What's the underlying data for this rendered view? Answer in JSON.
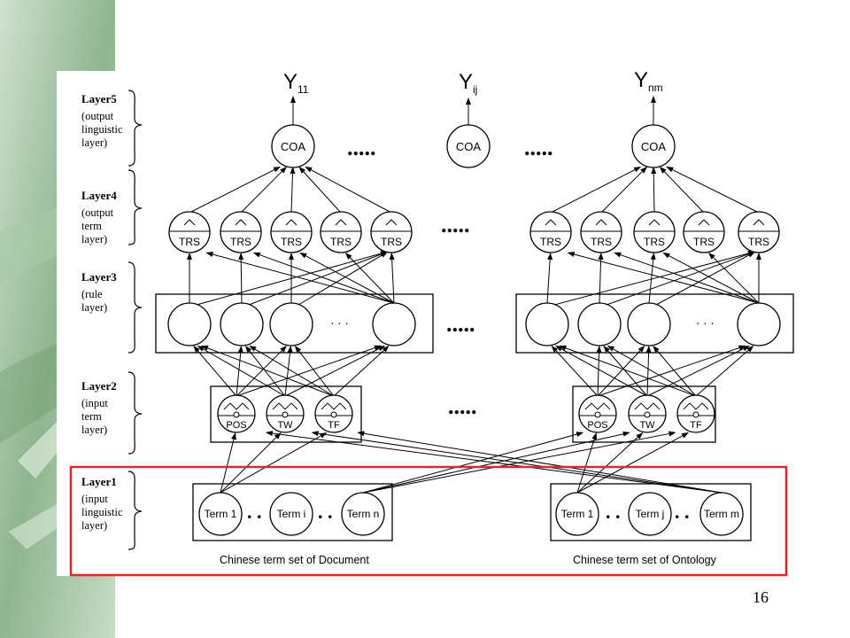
{
  "outputs": {
    "y11": "Y",
    "y11_sub": "11",
    "yij": "Y",
    "yij_sub": "ij",
    "ynm": "Y",
    "ynm_sub": "nm"
  },
  "node_labels": {
    "coa": "COA",
    "trs": "TRS",
    "pos": "POS",
    "tw": "TW",
    "tf": "TF"
  },
  "ellipses": {
    "long": ".....",
    "short": "· · ·",
    "dots2": ". ."
  },
  "layers": [
    {
      "title": "Layer5",
      "desc": [
        "(output",
        "linguistic",
        "layer)"
      ]
    },
    {
      "title": "Layer4",
      "desc": [
        "(output",
        "term",
        "layer)"
      ]
    },
    {
      "title": "Layer3",
      "desc": [
        "(rule",
        "layer)"
      ]
    },
    {
      "title": "Layer2",
      "desc": [
        "(input",
        "term",
        "layer)"
      ]
    },
    {
      "title": "Layer1",
      "desc": [
        "(input",
        "linguistic",
        "layer)"
      ]
    }
  ],
  "doc_terms": [
    "Term 1",
    "Term i",
    "Term n"
  ],
  "onto_terms": [
    "Term 1",
    "Term j",
    "Term m"
  ],
  "captions": {
    "document": "Chinese term set of Document",
    "ontology": "Chinese term set of Ontology"
  },
  "page_number": "16",
  "colors": {
    "highlight": "#e0262b",
    "background_strip": "#7aa57a"
  }
}
